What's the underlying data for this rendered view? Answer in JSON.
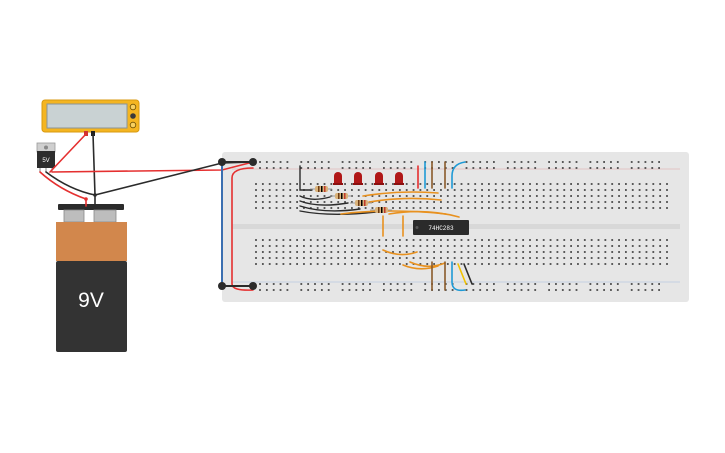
{
  "scene": {
    "battery_label": "9V",
    "regulator_label": "5V",
    "chip_label": "74HC283"
  },
  "colors": {
    "breadboard": "#e6e6e6",
    "battery_top": "#d2874c",
    "battery_body": "#333333",
    "meter_body": "#f4b521",
    "meter_screen": "#c9d2d3",
    "wire_red": "#e53030",
    "wire_black": "#2b2b2b",
    "wire_blue": "#3b6fb0",
    "wire_orange": "#e8911f",
    "wire_cyan": "#1e9ad6",
    "wire_brown": "#8a5a2b",
    "wire_yellow": "#f2c200",
    "led_red": "#b01818",
    "resistor": "#d9b27a",
    "chip": "#2b2b2b"
  },
  "icons": {
    "battery": "battery-9v-icon",
    "multimeter": "multimeter-icon",
    "regulator": "voltage-regulator-icon",
    "breadboard": "breadboard-icon",
    "led": "led-icon",
    "resistor": "resistor-icon",
    "ic": "ic-chip-icon"
  }
}
